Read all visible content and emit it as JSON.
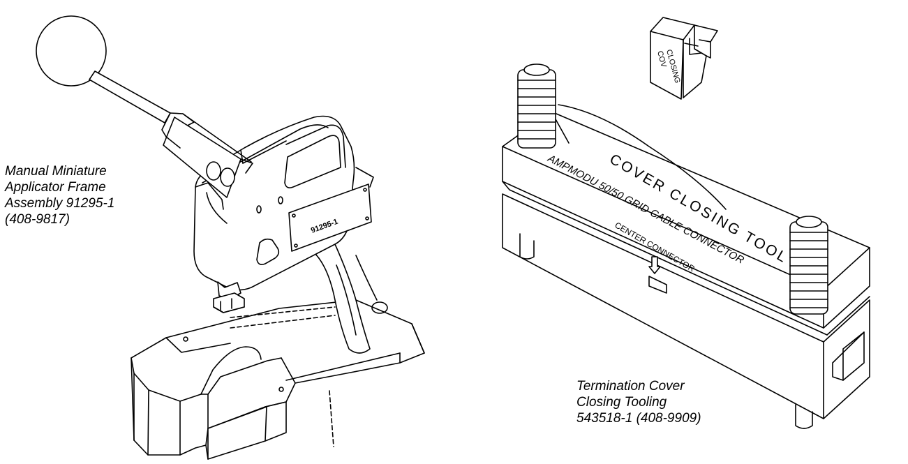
{
  "captions": {
    "left": {
      "lines": [
        "Manual Miniature",
        "Applicator Frame",
        "Assembly 91295-1",
        "(408-9817)"
      ]
    },
    "right": {
      "lines": [
        "Termination Cover",
        "Closing Tooling",
        "543518-1 (408-9909)"
      ]
    }
  },
  "labels": {
    "frame_plate": "91295-1",
    "block_line1": "COV",
    "block_line2": "CLOSING",
    "tool_top": "COVER CLOSING TOOL",
    "tool_side": "AMPMODU 50/50 GRID CABLE CONNECTOR",
    "center_mark": "CENTER CONNECTOR"
  },
  "colors": {
    "line": "#000000",
    "background": "#ffffff"
  }
}
